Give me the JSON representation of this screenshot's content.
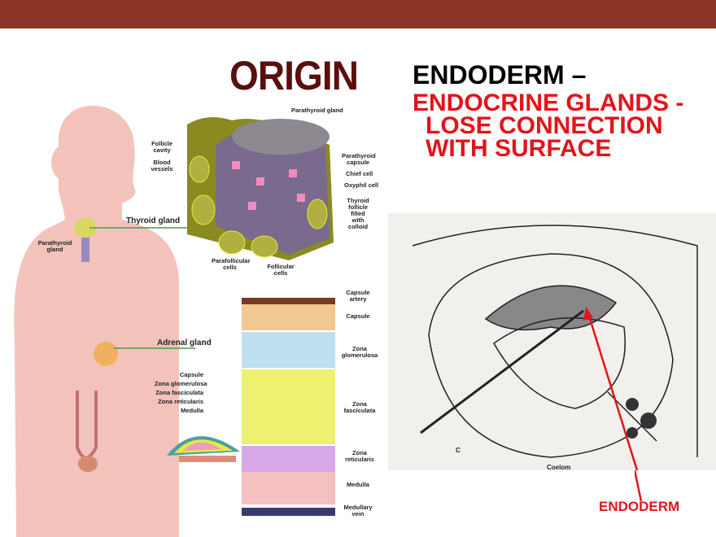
{
  "slide": {
    "title": "ORIGIN",
    "heading": "ENDODERM –",
    "subheading_lines": [
      "ENDOCRINE GLANDS -",
      "LOSE CONNECTION",
      "WITH SURFACE"
    ],
    "endoderm_label": "ENDODERM"
  },
  "colors": {
    "topbar": "#8a3526",
    "title": "#5a0f0f",
    "accent_red": "#e3141b",
    "body_pink": "#f3c3bb"
  },
  "body_figure": {
    "thyroid_label": "Thyroid gland",
    "parathyroid_label": "Parathyroid gland",
    "adrenal_label": "Adrenal gland"
  },
  "thyroid_diagram": {
    "labels": [
      "Parathyroid gland",
      "Follicle cavity",
      "Blood vessels",
      "Parathyroid capsule",
      "Chief cell",
      "Oxyphil cell",
      "Thyroid follicle filled with colloid",
      "Parafollicular cells",
      "Follicular cells"
    ]
  },
  "adrenal_small": {
    "labels": [
      "Capsule",
      "Zona glomerulosa",
      "Zona fasciculata",
      "Zona reticularis",
      "Medulla"
    ]
  },
  "adrenal_layers": {
    "labels": [
      "Capsule artery",
      "Capsule",
      "Zona glomerulosa",
      "Zona fasciculata",
      "Zona reticularis",
      "Medulla",
      "Medullary vein"
    ]
  },
  "embryo_diagram": {
    "labels": [
      "C",
      "Coelom"
    ]
  }
}
